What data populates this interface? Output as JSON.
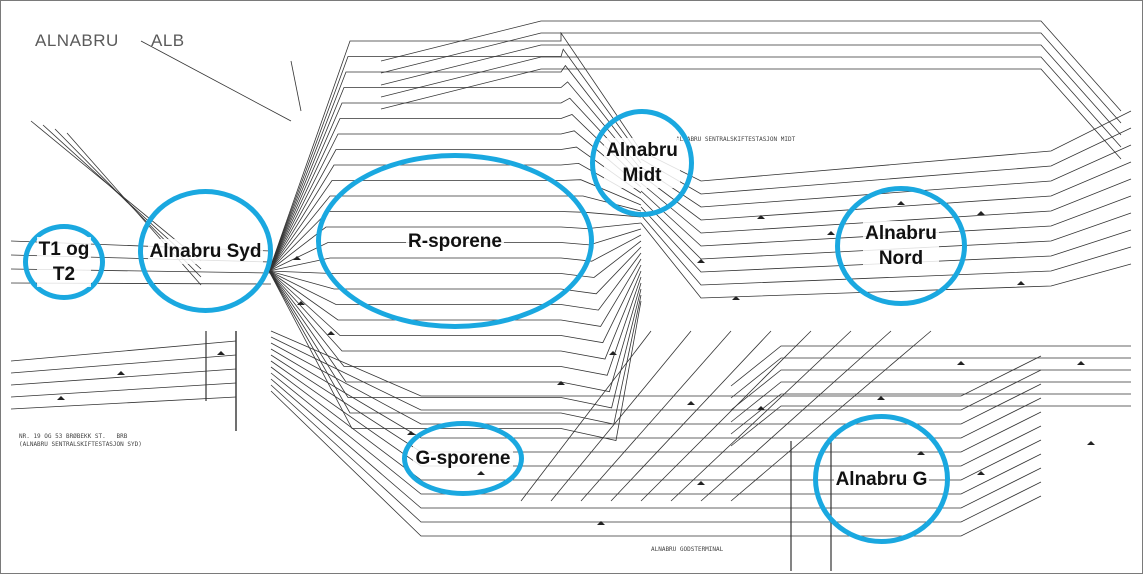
{
  "title": {
    "station": "ALNABRU",
    "code": "ALB"
  },
  "notes": {
    "south_terminal": "NR. 19 OG 53 BRØBEKK ST.   BRB\n(ALNABRU SENTRALSKIFTESTASJON SYD)",
    "mid_station": "ALNABRU SENTRALSKIFTESTASJON MIDT",
    "freight_terminal": "ALNABRU GODSTERMINAL"
  },
  "zones": [
    {
      "id": "t1-t2",
      "label": "T1 og\nT2"
    },
    {
      "id": "alnabru-syd",
      "label": "Alnabru Syd"
    },
    {
      "id": "r-sporene",
      "label": "R-sporene"
    },
    {
      "id": "alnabru-midt",
      "label": "Alnabru\nMidt"
    },
    {
      "id": "alnabru-nord",
      "label": "Alnabru\nNord"
    },
    {
      "id": "g-sporene",
      "label": "G-sporene"
    },
    {
      "id": "alnabru-g",
      "label": "Alnabru G"
    }
  ],
  "colors": {
    "highlight": "#1aa8e0",
    "track": "#333333"
  }
}
